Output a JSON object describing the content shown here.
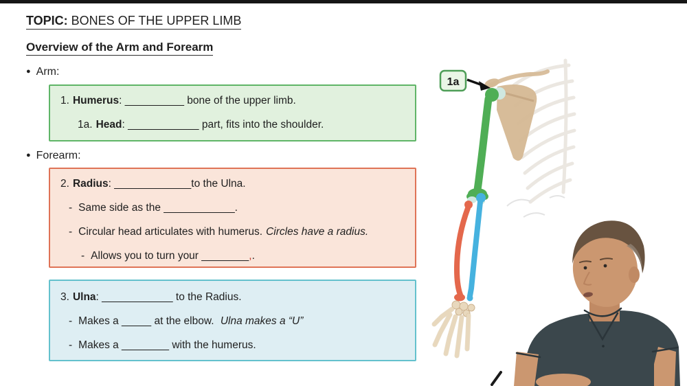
{
  "page": {
    "topic_label": "TOPIC:",
    "topic_title": " BONES OF THE UPPER LIMB",
    "subtitle": "Overview of the Arm and Forearm",
    "bullet_glyph": "●",
    "arm_bullet": "Arm:",
    "forearm_bullet": "Forearm:"
  },
  "humerus_box": {
    "l1_num": "1.",
    "l1_term": "Humerus",
    "l1_rest": ": __________ bone of the upper limb.",
    "l2_num": "1a.",
    "l2_term": "Head",
    "l2_rest": ": ____________ part, fits into the shoulder."
  },
  "radius_box": {
    "l1_num": "2.",
    "l1_term": "Radius",
    "l1_rest": ": _____________to the Ulna.",
    "l2_dash": "-",
    "l2_text": "Same side as the ____________.",
    "l3_dash": "-",
    "l3_text": "Circular head articulates with humerus.",
    "l3_italic": "Circles have a radius.",
    "l4_dash": "-",
    "l4_text": "Allows you to turn your ________",
    "l4_mark": ",",
    "l4_end": "."
  },
  "ulna_box": {
    "l1_num": "3.",
    "l1_term": "Ulna",
    "l1_rest": ": ____________ to the Radius.",
    "l2_dash": "-",
    "l2_text": "Makes a _____ at the elbow. ",
    "l2_italic": "Ulna makes a “U”",
    "l3_dash": "-",
    "l3_text": "Makes a ________ with the humerus."
  },
  "figure": {
    "label_1a": "1a"
  },
  "colors": {
    "box_green_border": "#5fb567",
    "box_green_bg": "#e1f1de",
    "box_orange_border": "#df7356",
    "box_orange_bg": "#fae5da",
    "box_blue_border": "#63c1cd",
    "box_blue_bg": "#deeef3",
    "humerus_green": "#4fae55",
    "radius_red": "#e4684c",
    "ulna_blue": "#46b2df",
    "bone_tan": "#d5b893",
    "hand_bone": "#e8d8bd",
    "cartilage": "#cfe8e0"
  }
}
